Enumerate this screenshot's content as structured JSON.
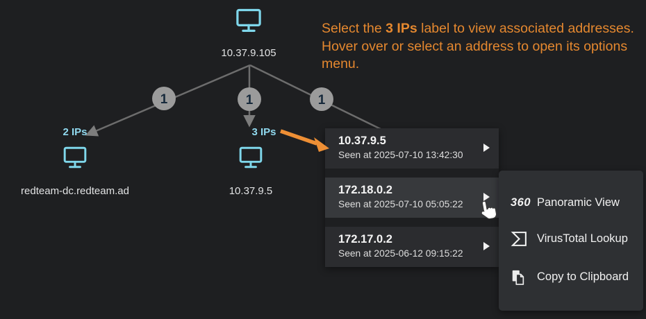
{
  "instruction": {
    "part1": "Select the ",
    "bold": "3 IPs",
    "part2": " label to view associated addresses. Hover over or select an address to open its options menu."
  },
  "graph": {
    "root": {
      "label": "10.37.9.105"
    },
    "edges": [
      {
        "badge": "1"
      },
      {
        "badge": "1"
      },
      {
        "badge": "1"
      }
    ],
    "nodes": [
      {
        "ips_label": "2 IPs",
        "label": "redteam-dc.redteam.ad"
      },
      {
        "ips_label": "3 IPs",
        "label": "10.37.9.5"
      }
    ]
  },
  "popup": {
    "items": [
      {
        "ip": "10.37.9.5",
        "seen": "Seen at 2025-07-10 13:42:30"
      },
      {
        "ip": "172.18.0.2",
        "seen": "Seen at 2025-07-10 05:05:22"
      },
      {
        "ip": "172.17.0.2",
        "seen": "Seen at 2025-06-12 09:15:22"
      }
    ]
  },
  "menu": {
    "items": [
      {
        "icon_text": "360",
        "label": "Panoramic View"
      },
      {
        "label": "VirusTotal Lookup"
      },
      {
        "label": "Copy to Clipboard"
      }
    ]
  },
  "colors": {
    "background": "#1e1f21",
    "node_icon": "#7fd7eb",
    "ips_label": "#90d9ef",
    "edge": "#6d6d6d",
    "badge_bg": "#9b9b9b",
    "badge_text": "#16293b",
    "instruction_text": "#e5882f",
    "arrow": "#ee8f35",
    "popup_row_bg": "#2b2c2f",
    "popup_row_hover_bg": "#37393c",
    "menu_bg": "#2e3033",
    "text": "#f1f1f1"
  }
}
